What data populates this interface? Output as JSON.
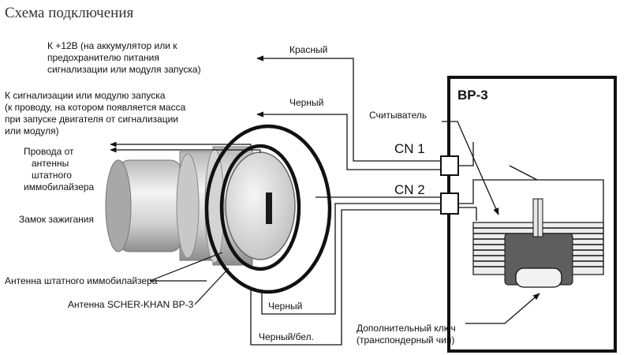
{
  "title": "Схема подключения",
  "note_power": [
    "К +12В (на аккумулятор или к",
    "предохранителю питания",
    "сигнализации или модуля запуска)"
  ],
  "note_ground": [
    "К сигнализации или модулю запуска",
    "(к проводу, на котором появляется масса",
    "при запуске двигателя от сигнализации",
    "или модуля)"
  ],
  "note_wires": [
    "Провода от",
    "антенны",
    "штатного",
    "иммобилайзера"
  ],
  "label_lock": "Замок зажигания",
  "label_stock_antenna": "Антенна штатного иммобилайзера",
  "label_bp3_antenna": "Антенна SCHER-KHAN BP-3",
  "wire_red": "Красный",
  "wire_black_top": "Черный",
  "wire_black_bottom": "Черный",
  "wire_black_white": "Черный/бел.",
  "label_reader": "Считыватель",
  "connector_1": "CN 1",
  "connector_2": "CN 2",
  "module_name": "BP-3",
  "label_key": [
    "Дополнительный ключ",
    "(транспондерный чип)"
  ],
  "colors": {
    "ink": "#111111",
    "panel": "#ececec",
    "chip": "#666666"
  }
}
